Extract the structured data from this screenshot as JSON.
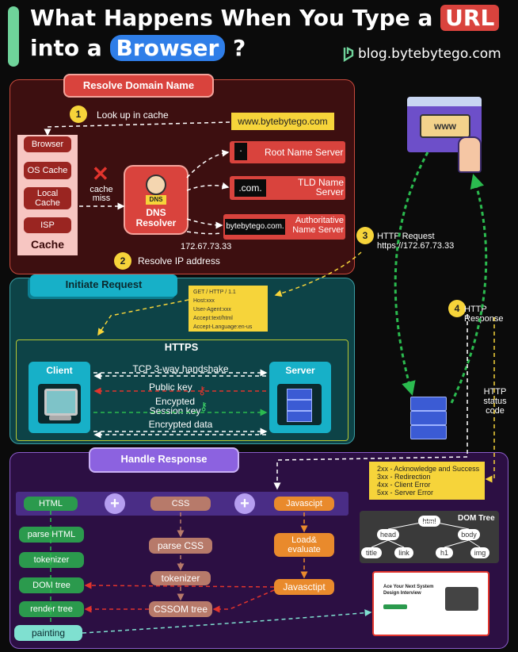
{
  "header": {
    "title_line1_prefix": "What Happens When You Type a",
    "title_line1_highlight": "URL",
    "title_line2_prefix": "into a",
    "title_line2_highlight": "Browser",
    "title_line2_suffix": "?",
    "brand": "blog.bytebytego.com"
  },
  "resolve": {
    "title": "Resolve Domain Name",
    "step1_num": "1",
    "step1_label": "Look up in cache",
    "url": "www.bytebytego.com",
    "cache_items": [
      "Browser",
      "OS Cache",
      "Local Cache",
      "ISP"
    ],
    "cache_label": "Cache",
    "cache_miss": "cache miss",
    "dns_badge": "DNS",
    "dns_resolver": "DNS Resolver",
    "root_tag": ".",
    "root_label": "Root Name Server",
    "tld_tag": ".com.",
    "tld_label": "TLD Name Server",
    "auth_tag": "bytebytego.com.",
    "auth_label": "Authoritative Name Server",
    "ip": "172.67.73.33",
    "step2_num": "2",
    "step2_label": "Resolve IP address"
  },
  "request": {
    "step3_num": "3",
    "step3_label": "HTTP Request https://172.67.73.33",
    "title": "Initiate Request",
    "headers": [
      "GET / HTTP / 1.1",
      "Host:xxx",
      "User-Agent:xxx",
      "Accept:text/html",
      "Accept-Language:en-us"
    ],
    "https_title": "HTTPS",
    "client": "Client",
    "server": "Server",
    "handshake": "TCP 3-way handshake",
    "public_key": "Public key",
    "session_key": "Encypted Session key",
    "encrypted_data": "Encrypted data"
  },
  "response": {
    "step4_num": "4",
    "step4_label": "HTTP Response",
    "status_label": "HTTP status code",
    "title": "Handle Response",
    "codes": [
      "2xx - Acknowledge and Success",
      "3xx - Redirection",
      "4xx - Client Error",
      "5xx - Server Error"
    ],
    "html": "HTML",
    "css": "CSS",
    "js": "Javascipt",
    "parse_html": "parse HTML",
    "tokenizer": "tokenizer",
    "dom_tree": "DOM tree",
    "render_tree": "render tree",
    "painting": "painting",
    "parse_css": "parse CSS",
    "css_tokenizer": "tokenizer",
    "cssom": "CSSOM tree",
    "load_eval": "Load& evaluate",
    "js2": "Javasctipt",
    "dom_title": "DOM Tree",
    "dom_nodes": [
      "html",
      "head",
      "body",
      "title",
      "link",
      "h1",
      "img"
    ],
    "page_title": "Ace Your Next System Design Interview"
  },
  "colors": {
    "resolve_bg": "#3d0f10",
    "resolve_border": "#c94a3c",
    "request_bg": "#0d4347",
    "response_bg": "#2c0f43",
    "yellow": "#f6d43a",
    "green": "#2bbb4f"
  }
}
